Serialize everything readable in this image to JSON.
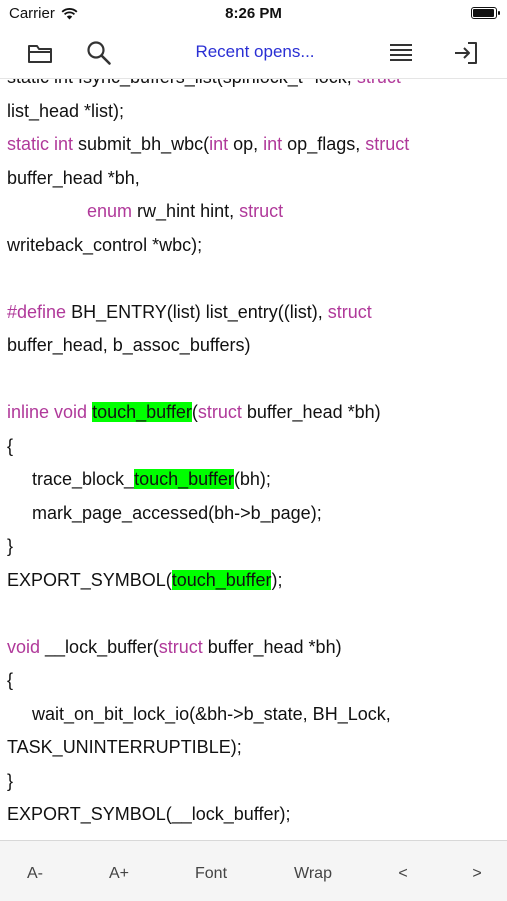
{
  "status": {
    "carrier": "Carrier",
    "time": "8:26 PM",
    "battery_level": 1.0
  },
  "toolbar": {
    "recent_label": "Recent opens..."
  },
  "code_lines": [
    [
      {
        "t": "static int fsync_buffers_list(spinlock_t *lock, "
      },
      {
        "t": "struct",
        "c": "kw"
      }
    ],
    [
      {
        "t": "list_head *list);"
      }
    ],
    [
      {
        "t": "static int",
        "c": "kw"
      },
      {
        "t": " submit_bh_wbc("
      },
      {
        "t": "int",
        "c": "kw"
      },
      {
        "t": " op, "
      },
      {
        "t": "int",
        "c": "kw"
      },
      {
        "t": " op_flags, "
      },
      {
        "t": "struct",
        "c": "kw"
      }
    ],
    [
      {
        "t": "buffer_head *bh,"
      }
    ],
    [
      {
        "t": "                "
      },
      {
        "t": "enum",
        "c": "kw"
      },
      {
        "t": " rw_hint hint, "
      },
      {
        "t": "struct",
        "c": "kw"
      }
    ],
    [
      {
        "t": "writeback_control *wbc);"
      }
    ],
    [],
    [
      {
        "t": "#define",
        "c": "kw"
      },
      {
        "t": " BH_ENTRY(list) list_entry((list), "
      },
      {
        "t": "struct",
        "c": "kw"
      }
    ],
    [
      {
        "t": "buffer_head, b_assoc_buffers)"
      }
    ],
    [],
    [
      {
        "t": "inline void",
        "c": "kw"
      },
      {
        "t": " "
      },
      {
        "t": "touch_buffer",
        "c": "hl"
      },
      {
        "t": "("
      },
      {
        "t": "struct",
        "c": "kw"
      },
      {
        "t": " buffer_head *bh)"
      }
    ],
    [
      {
        "t": "{"
      }
    ],
    [
      {
        "t": "     trace_block_"
      },
      {
        "t": "touch_buffer",
        "c": "hl"
      },
      {
        "t": "(bh);"
      }
    ],
    [
      {
        "t": "     mark_page_accessed(bh->b_page);"
      }
    ],
    [
      {
        "t": "}"
      }
    ],
    [
      {
        "t": "EXPORT_SYMBOL("
      },
      {
        "t": "touch_buffer",
        "c": "hl"
      },
      {
        "t": ");"
      }
    ],
    [],
    [
      {
        "t": "void",
        "c": "kw"
      },
      {
        "t": " __lock_buffer("
      },
      {
        "t": "struct",
        "c": "kw"
      },
      {
        "t": " buffer_head *bh)"
      }
    ],
    [
      {
        "t": "{"
      }
    ],
    [
      {
        "t": "     wait_on_bit_lock_io(&bh->b_state, BH_Lock,"
      }
    ],
    [
      {
        "t": "TASK_UNINTERRUPTIBLE);"
      }
    ],
    [
      {
        "t": "}"
      }
    ],
    [
      {
        "t": "EXPORT_SYMBOL(__lock_buffer);"
      }
    ]
  ],
  "bottom": {
    "decrease_font": "A-",
    "increase_font": "A+",
    "font": "Font",
    "wrap": "Wrap",
    "prev": "<",
    "next": ">"
  }
}
